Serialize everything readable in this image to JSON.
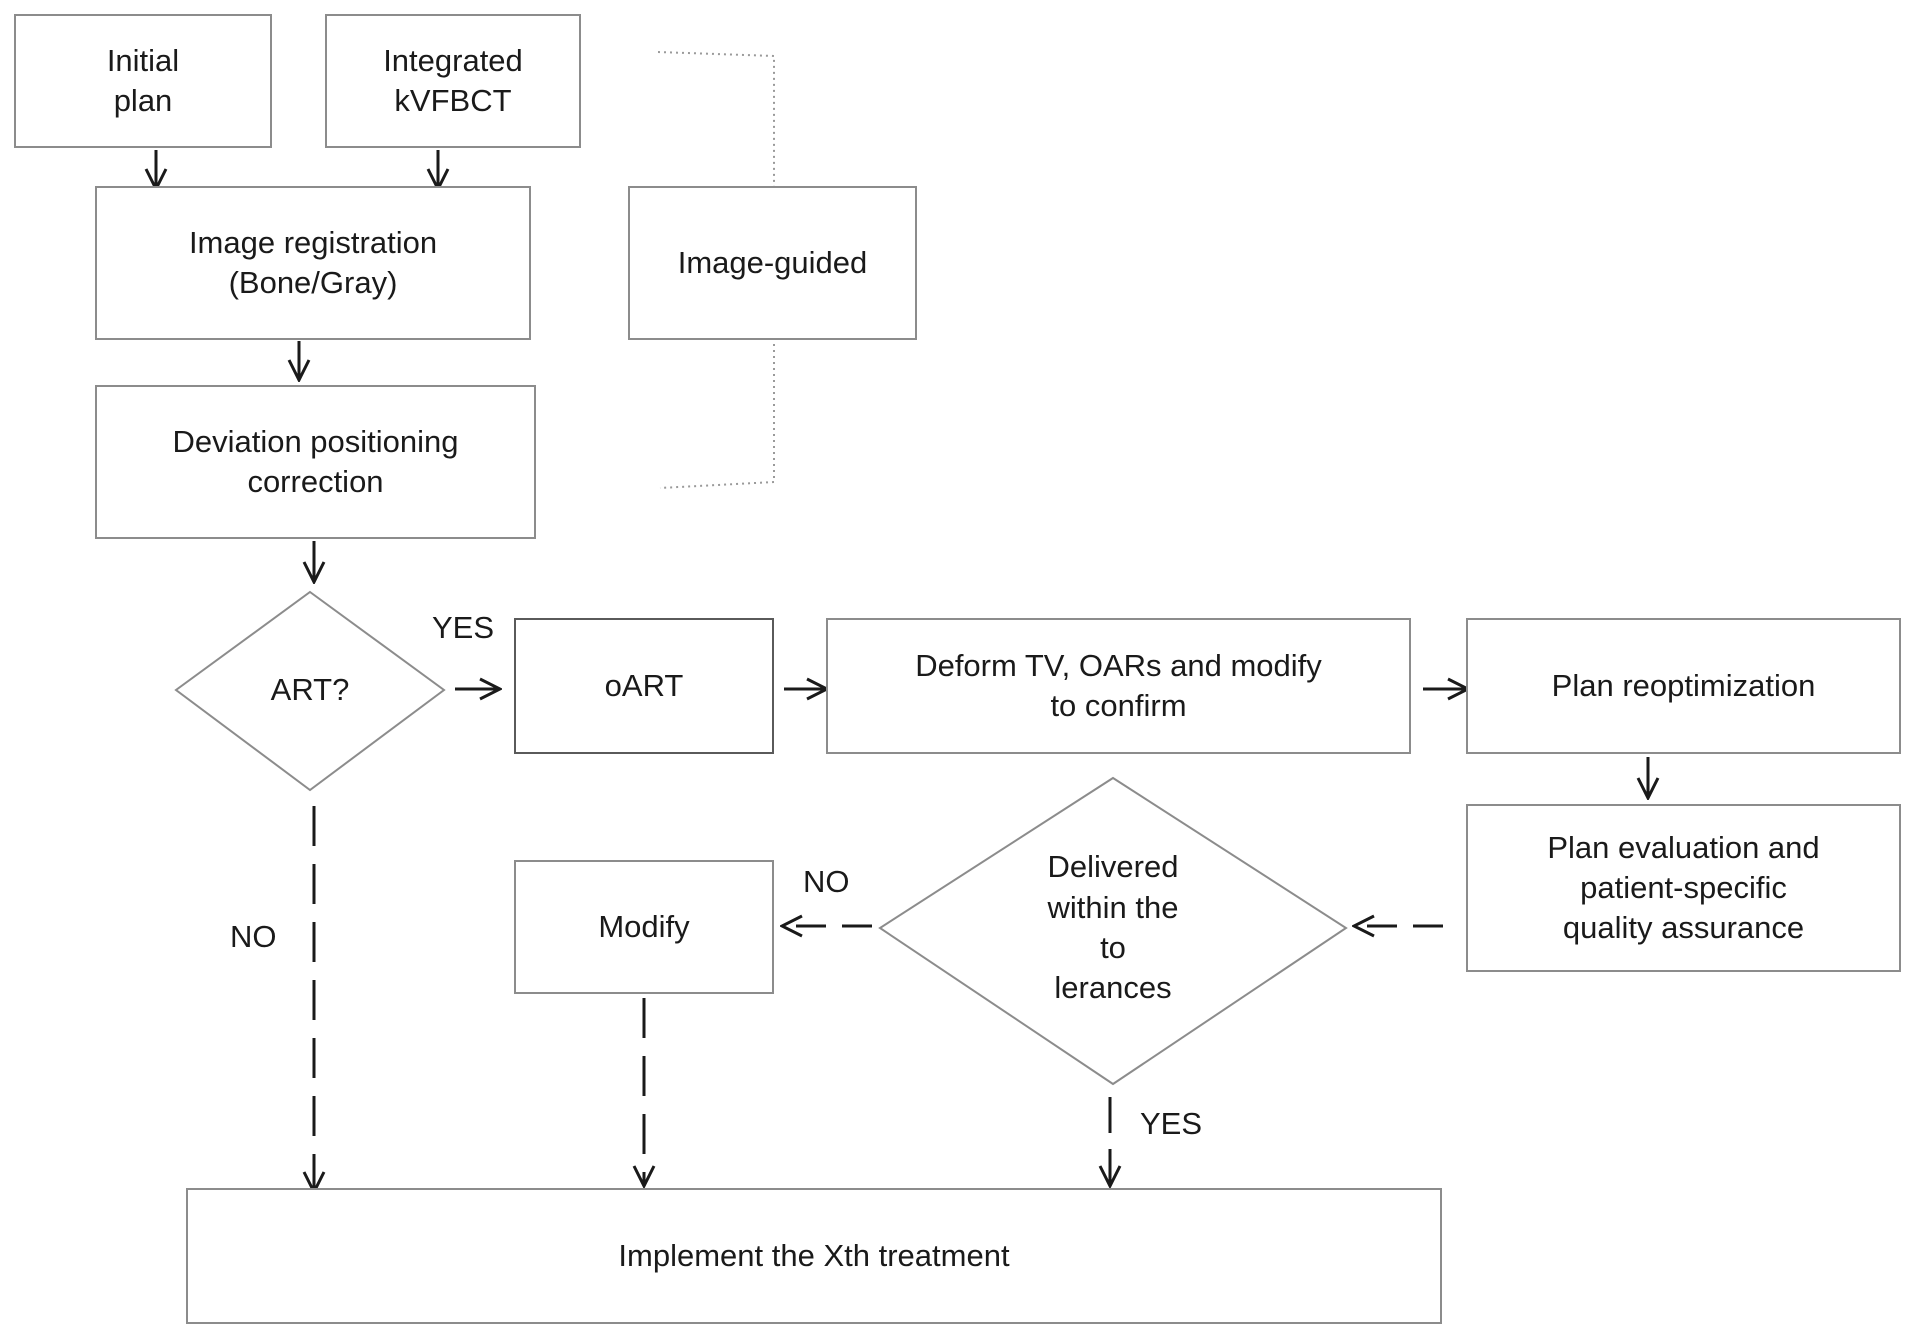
{
  "nodes": {
    "initial_plan": "Initial\nplan",
    "integrated_kvfbct": "Integrated\nkVFBCT",
    "image_registration": "Image registration\n(Bone/Gray)",
    "image_guided": "Image-guided",
    "deviation_correction": "Deviation positioning\ncorrection",
    "art_decision": "ART?",
    "oart": "oART",
    "deform": "Deform TV, OARs and modify\nto confirm",
    "plan_reoptimization": "Plan reoptimization",
    "plan_evaluation": "Plan evaluation and\npatient-specific\nquality assurance",
    "delivered_decision": "Delivered\nwithin the\nto\nlerances",
    "modify": "Modify",
    "implement": "Implement the Xth treatment"
  },
  "edge_labels": {
    "art_yes": "YES",
    "art_no": "NO",
    "tolerance_no": "NO",
    "tolerance_yes": "YES"
  },
  "colors": {
    "box_border": "#8c8c8c",
    "arrow": "#1a1a1a",
    "bracket": "#9a9a9a"
  }
}
